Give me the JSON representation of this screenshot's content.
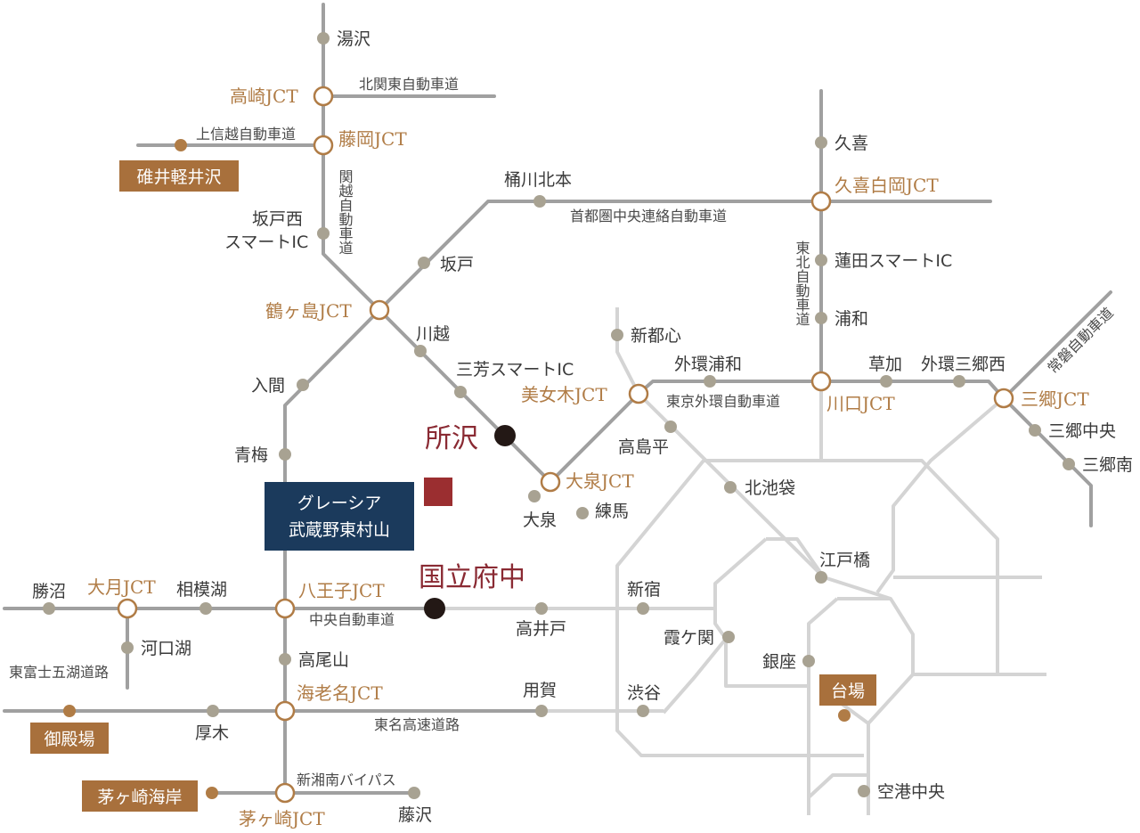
{
  "colors": {
    "road": "#a0a0a0",
    "tokyo_road": "#d4d4d4",
    "node": "#a8a292",
    "jct_stroke": "#b07c46",
    "orange_dot": "#b07c46",
    "box_bg": "#a8703c",
    "property_bg": "#1b3a5c",
    "accent_square": "#9b2e30",
    "highlight_text": "#8a2a33",
    "black_dot": "#231815"
  },
  "stations": {
    "yuzawa": "湯沢",
    "kuki": "久喜",
    "okegawa_kitamoto": "桶川北本",
    "sakadonishi": "坂戸西",
    "smart_ic": "スマートIC",
    "sakado": "坂戸",
    "hasuda": "蓮田スマートIC",
    "urawa": "浦和",
    "shintoshin": "新都心",
    "kawagoe": "川越",
    "miyoshi": "三芳スマートIC",
    "gaikan_urawa": "外環浦和",
    "soka": "草加",
    "gaikan_misato_nishi": "外環三郷西",
    "iruma": "入間",
    "takashimadaira": "高島平",
    "misato_chuo": "三郷中央",
    "misato_minami": "三郷南",
    "ome": "青梅",
    "ikebukuro": "北池袋",
    "oizumi": "大泉",
    "nerima": "練馬",
    "edobashi": "江戸橋",
    "katsunuma": "勝沼",
    "sagamiko": "相模湖",
    "shinjuku": "新宿",
    "takaido": "高井戸",
    "kasumigaseki": "霞ケ関",
    "kawaguchiko": "河口湖",
    "ginza": "銀座",
    "takaosan": "高尾山",
    "yoga": "用賀",
    "shibuya": "渋谷",
    "atsugi": "厚木",
    "fujisawa": "藤沢",
    "kuko_chuo": "空港中央"
  },
  "jcts": {
    "takasaki": "高崎JCT",
    "fujioka": "藤岡JCT",
    "kuki_shiraoka": "久喜白岡JCT",
    "tsurugashima": "鶴ヶ島JCT",
    "bijogi": "美女木JCT",
    "kawaguchi": "川口JCT",
    "misato": "三郷JCT",
    "oizumi": "大泉JCT",
    "otsuki": "大月JCT",
    "hachioji": "八王子JCT",
    "ebina": "海老名JCT",
    "chigasaki": "茅ヶ崎JCT"
  },
  "roads": {
    "kitakanto": "北関東自動車道",
    "joshinetsu": "上信越自動車道",
    "kanetsu": "関越自動車道",
    "kenodo": "首都圏中央連絡自動車道",
    "tohoku": "東北自動車道",
    "gaikan": "東京外環自動車道",
    "joban": "常磐自動車道",
    "chuo": "中央自動車道",
    "higashifuji": "東富士五湖道路",
    "tomei": "東名高速道路",
    "shinshonan": "新湘南バイパス"
  },
  "destinations": {
    "karuizawa": "碓井軽井沢",
    "gotemba": "御殿場",
    "chigasaki_beach": "茅ヶ崎海岸",
    "daiba": "台場"
  },
  "highlights": {
    "tokorozawa": "所沢",
    "kokuritsu_fuchu": "国立府中"
  },
  "property": {
    "line1": "グレーシア",
    "line2": "武蔵野東村山"
  }
}
